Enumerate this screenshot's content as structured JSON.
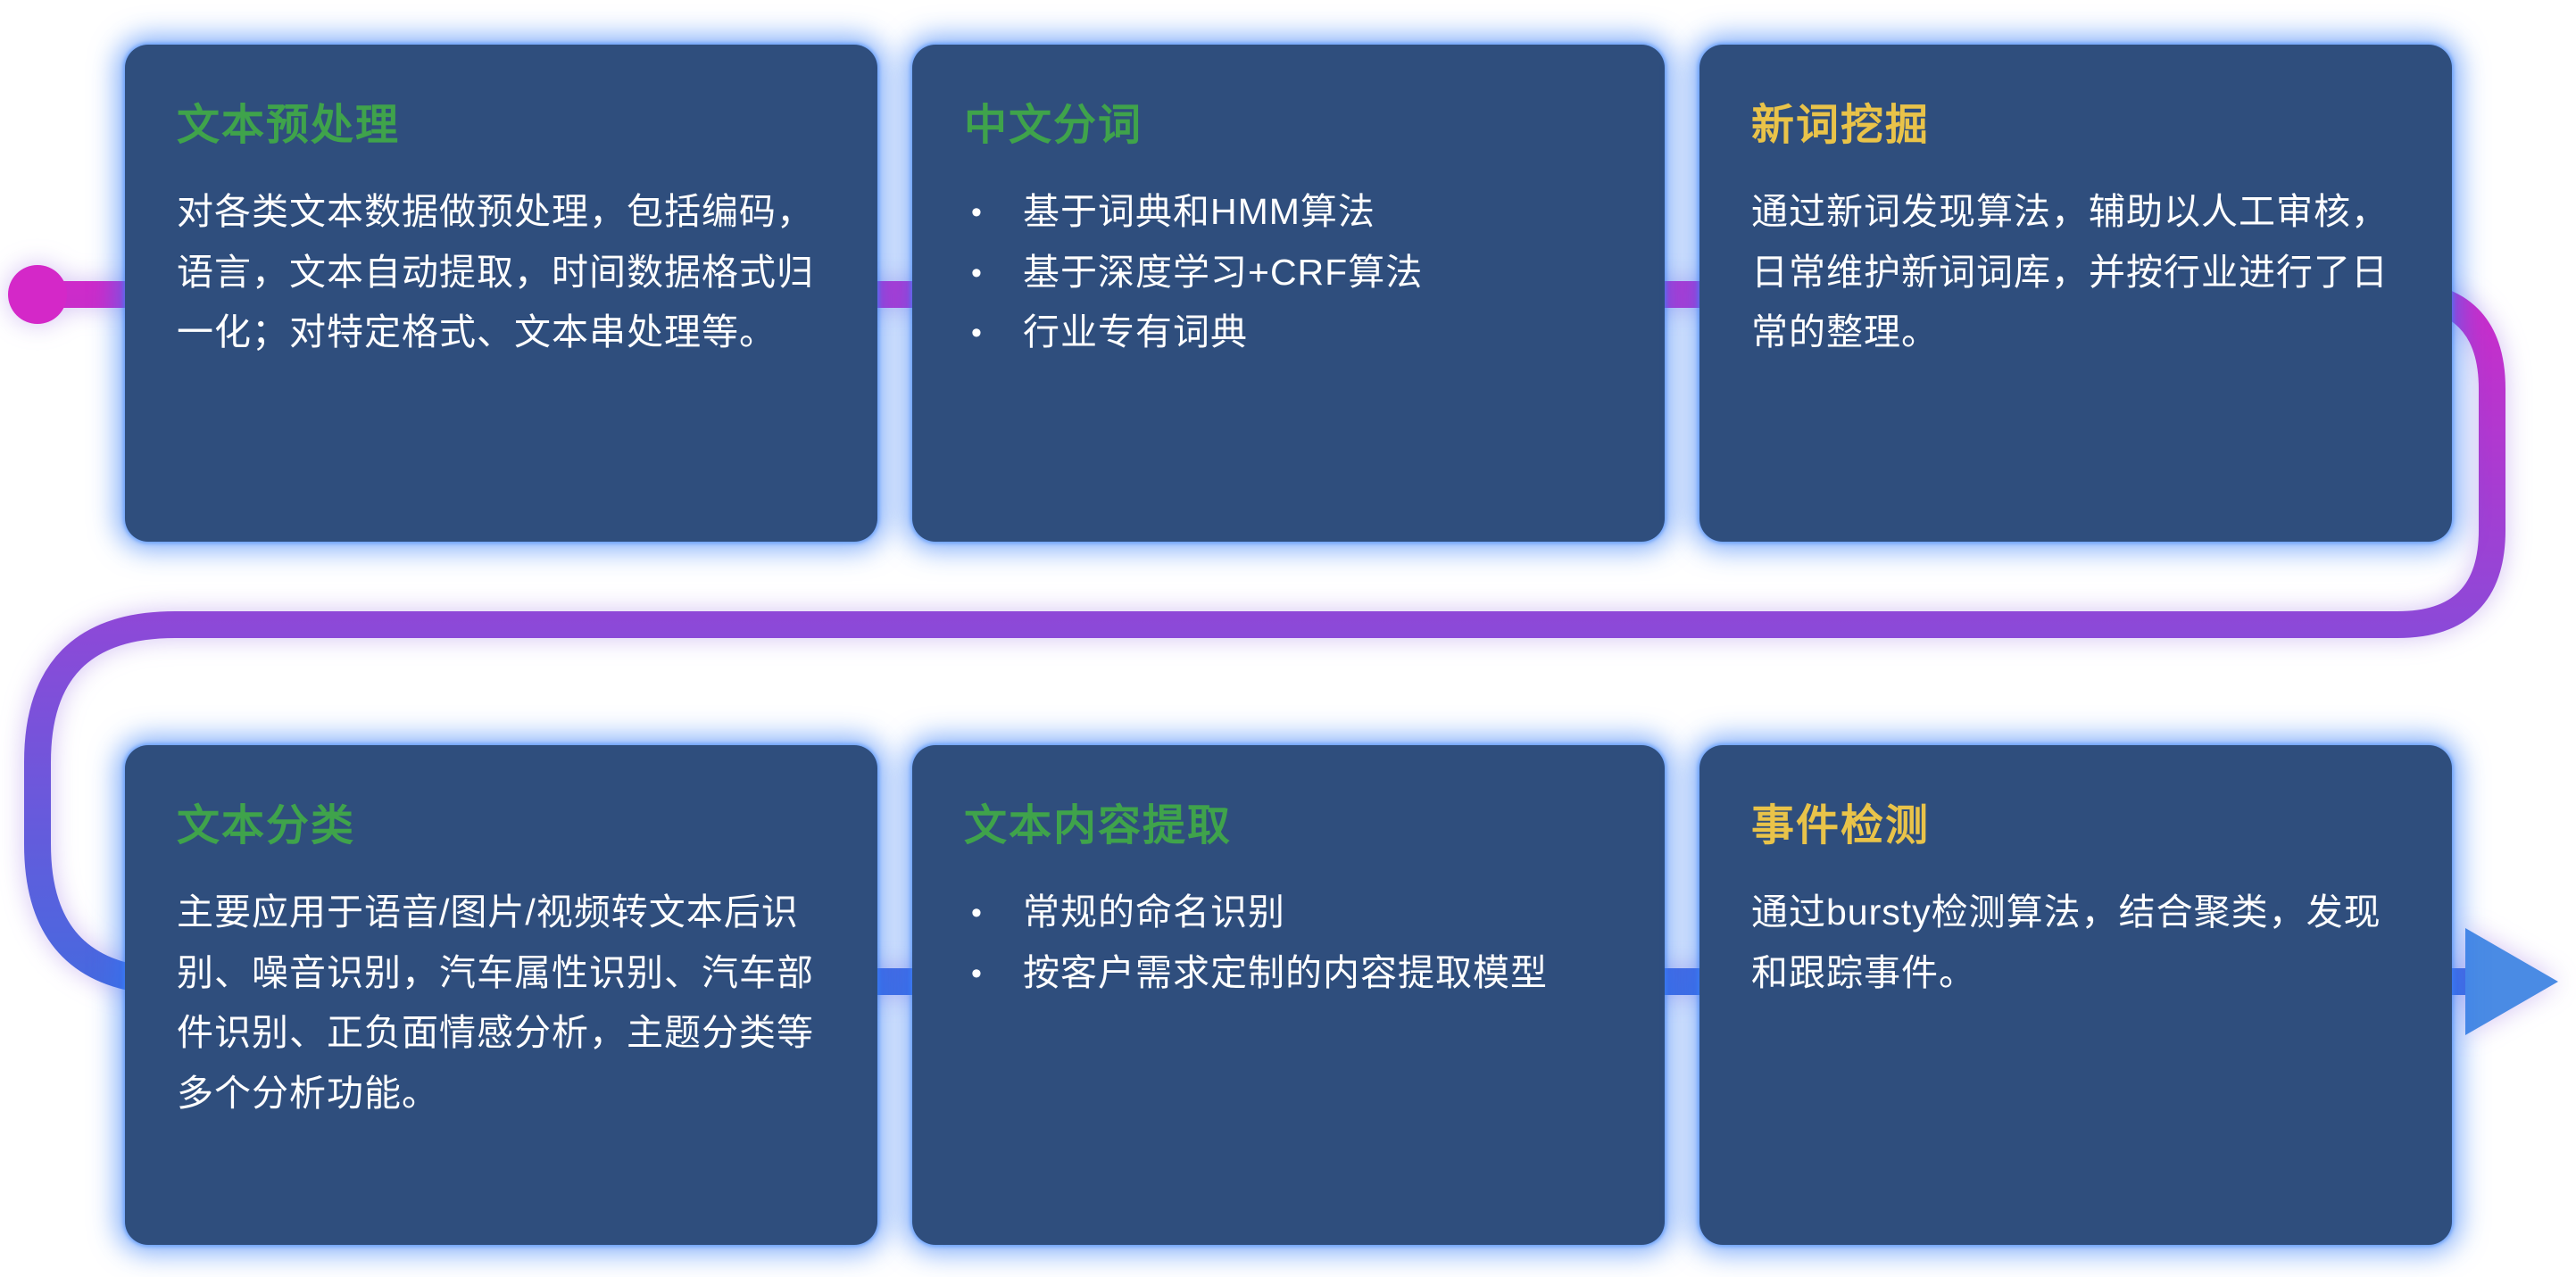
{
  "colors": {
    "card_bg": "#2f4e7d",
    "card_glow": "rgba(43,118,246,0.6)",
    "body_text": "#ffffff",
    "title_green": "#3fa34b",
    "title_yellow": "#e9c349",
    "line_magenta": "#d428c8",
    "line_purple": "#8a4ad8",
    "line_blue": "#3e6de0",
    "arrow_blue": "#4a8be4"
  },
  "cards": [
    {
      "title": "文本预处理",
      "title_color": "#3fa34b",
      "body": "对各类文本数据做预处理，包括编码，语言，文本自动提取，时间数据格式归一化；对特定格式、文本串处理等。"
    },
    {
      "title": "中文分词",
      "title_color": "#3fa34b",
      "bullets": [
        "基于词典和HMM算法",
        "基于深度学习+CRF算法",
        "行业专有词典"
      ]
    },
    {
      "title": "新词挖掘",
      "title_color": "#e9c349",
      "body": "通过新词发现算法，辅助以人工审核，日常维护新词词库，并按行业进行了日常的整理。"
    },
    {
      "title": "文本分类",
      "title_color": "#3fa34b",
      "body": "主要应用于语音/图片/视频转文本后识别、噪音识别，汽车属性识别、汽车部件识别、正负面情感分析，主题分类等多个分析功能。"
    },
    {
      "title": "文本内容提取",
      "title_color": "#3fa34b",
      "bullets": [
        "常规的命名识别",
        "按客户需求定制的内容提取模型"
      ]
    },
    {
      "title": "事件检测",
      "title_color": "#e9c349",
      "body": "通过bursty检测算法，结合聚类，发现和跟踪事件。"
    }
  ]
}
